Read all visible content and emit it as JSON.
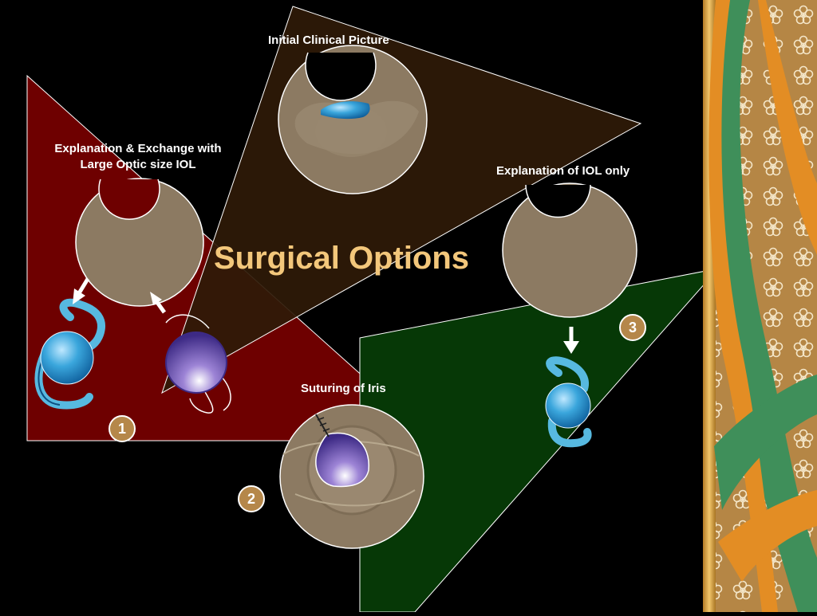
{
  "slide": {
    "title": "Surgical Options",
    "labels": {
      "initial": "Initial Clinical Picture",
      "exchange_line1": "Explanation & Exchange with",
      "exchange_line2": "Large Optic size IOL",
      "explant_only": "Explanation of IOL only",
      "suturing": "Suturing of Iris"
    },
    "badges": {
      "option1": "1",
      "option2": "2",
      "option3": "3"
    }
  },
  "colors": {
    "red_triangle": "#6e0000",
    "brown_triangle": "#2e1a08",
    "green_triangle": "#063806",
    "iris": "#8c7a62",
    "badge": "#b5874a",
    "title": "#f3c77b",
    "lens_blue": "#3aa6dc",
    "lens_purple": "#6a4fae"
  },
  "icons": [
    "arrow-down-icon",
    "arrow-up-icon",
    "flower-pattern"
  ]
}
